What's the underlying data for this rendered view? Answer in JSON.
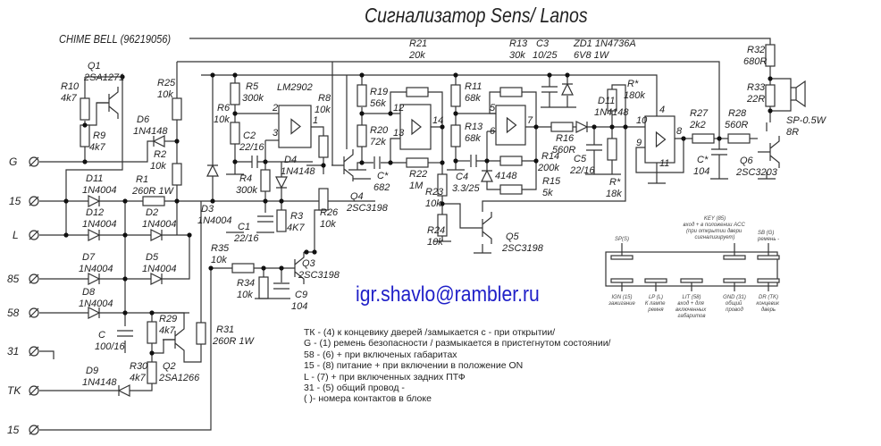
{
  "title": "Сигнализатор Sens/ Lanos",
  "subtitle": "CHIME BELL (96219056)",
  "email": "igr.shavlo@rambler.ru",
  "terminals": [
    "G",
    "15",
    "L",
    "85",
    "58",
    "31",
    "TK",
    "15"
  ],
  "components": [
    {
      "ref": "Q1",
      "value": "2SA1271"
    },
    {
      "ref": "R10",
      "value": "4k7"
    },
    {
      "ref": "R9",
      "value": "4k7"
    },
    {
      "ref": "R25",
      "value": "10k"
    },
    {
      "ref": "D6",
      "value": "1N4148"
    },
    {
      "ref": "R2",
      "value": "10k"
    },
    {
      "ref": "R1",
      "value": "260R 1W"
    },
    {
      "ref": "D11",
      "value": "1N4004"
    },
    {
      "ref": "D12",
      "value": "1N4004"
    },
    {
      "ref": "D2",
      "value": "1N4004"
    },
    {
      "ref": "D3",
      "value": "1N4004"
    },
    {
      "ref": "D7",
      "value": "1N4004"
    },
    {
      "ref": "D5",
      "value": "1N4004"
    },
    {
      "ref": "D8",
      "value": "1N4004"
    },
    {
      "ref": "C",
      "value": "100/16"
    },
    {
      "ref": "R29",
      "value": "4k7"
    },
    {
      "ref": "R30",
      "value": "4k7"
    },
    {
      "ref": "Q2",
      "value": "2SA1266"
    },
    {
      "ref": "D9",
      "value": "1N4148"
    },
    {
      "ref": "R31",
      "value": "260R 1W"
    },
    {
      "ref": "R35",
      "value": "10k"
    },
    {
      "ref": "R34",
      "value": "10k"
    },
    {
      "ref": "Q3",
      "value": "2SC3198"
    },
    {
      "ref": "C9",
      "value": "104"
    },
    {
      "ref": "R5",
      "value": "300k"
    },
    {
      "ref": "R6",
      "value": "10k"
    },
    {
      "ref": "C2",
      "value": "22/16"
    },
    {
      "ref": "R4",
      "value": "300k"
    },
    {
      "ref": "D4",
      "value": "1N4148"
    },
    {
      "ref": "R3",
      "value": "4K7"
    },
    {
      "ref": "C1",
      "value": "22/16"
    },
    {
      "ref": "R8",
      "value": "10k"
    },
    {
      "ref": "R26",
      "value": "10k"
    },
    {
      "ref": "Q4",
      "value": "2SC3198"
    },
    {
      "ref": "R21",
      "value": "20k"
    },
    {
      "ref": "R13",
      "value": "30k"
    },
    {
      "ref": "C3",
      "value": "10/25"
    },
    {
      "ref": "ZD1 1N4736A",
      "value": "6V8 1W"
    },
    {
      "ref": "R19",
      "value": "56k"
    },
    {
      "ref": "R20",
      "value": "72k"
    },
    {
      "ref": "C*",
      "value": "682"
    },
    {
      "ref": "R22",
      "value": "1M"
    },
    {
      "ref": "R23",
      "value": "10k"
    },
    {
      "ref": "R24",
      "value": "10k"
    },
    {
      "ref": "Q5",
      "value": "2SC3198"
    },
    {
      "ref": "R11",
      "value": "68k"
    },
    {
      "ref": "R13",
      "value": "68k"
    },
    {
      "ref": "C4",
      "value": "3.3/25"
    },
    {
      "ref": "4148",
      "value": ""
    },
    {
      "ref": "R14",
      "value": "200k"
    },
    {
      "ref": "R15",
      "value": "5k"
    },
    {
      "ref": "R16",
      "value": "560R"
    },
    {
      "ref": "D11",
      "value": "1N4148"
    },
    {
      "ref": "C5",
      "value": "22/16"
    },
    {
      "ref": "R*",
      "value": "180k"
    },
    {
      "ref": "R*",
      "value": "18k"
    },
    {
      "ref": "R27",
      "value": "2k2"
    },
    {
      "ref": "R28",
      "value": "560R"
    },
    {
      "ref": "C*",
      "value": "104"
    },
    {
      "ref": "Q6",
      "value": "2SC3203"
    },
    {
      "ref": "R32",
      "value": "680R"
    },
    {
      "ref": "R33",
      "value": "22R"
    },
    {
      "ref": "SP-0.5W",
      "value": "8R"
    },
    {
      "ref": "LM2902",
      "value": ""
    }
  ],
  "opamp_pins": [
    "2",
    "3",
    "1",
    "12",
    "13",
    "14",
    "5",
    "6",
    "7",
    "10",
    "9",
    "8",
    "4",
    "11"
  ],
  "connector": {
    "top": [
      {
        "name": "SP(S)",
        "desc": ""
      },
      {
        "name": "KEY (85)",
        "desc": "вход + в положении ACC (при открытии двери сигнализирует)"
      },
      {
        "name": "SB (G)",
        "desc": "ремень -"
      }
    ],
    "bottom": [
      {
        "name": "IGN (15)",
        "desc": "зажигание"
      },
      {
        "name": "LP (L)",
        "desc": "К лампе ремня"
      },
      {
        "name": "LIT (58)",
        "desc": "вход + для включенных габаритов"
      },
      {
        "name": "GND (31)",
        "desc": "общий провод"
      },
      {
        "name": "DR (TK)",
        "desc": "концевик дверь"
      }
    ]
  },
  "legend": [
    "ТК - (4) к концевику дверей /замыкается с - при открытии/",
    "G  -  (1) ремень безопасности / размыкается в пристегнутом состоянии/",
    "58 - (6) + при включеных габаритах",
    "15 - (8) питание + при включении в положение ON",
    " L  - (7) + при включенных задних ПТФ",
    "31 - (5) общий провод -",
    "( )- номера контактов в блоке"
  ]
}
